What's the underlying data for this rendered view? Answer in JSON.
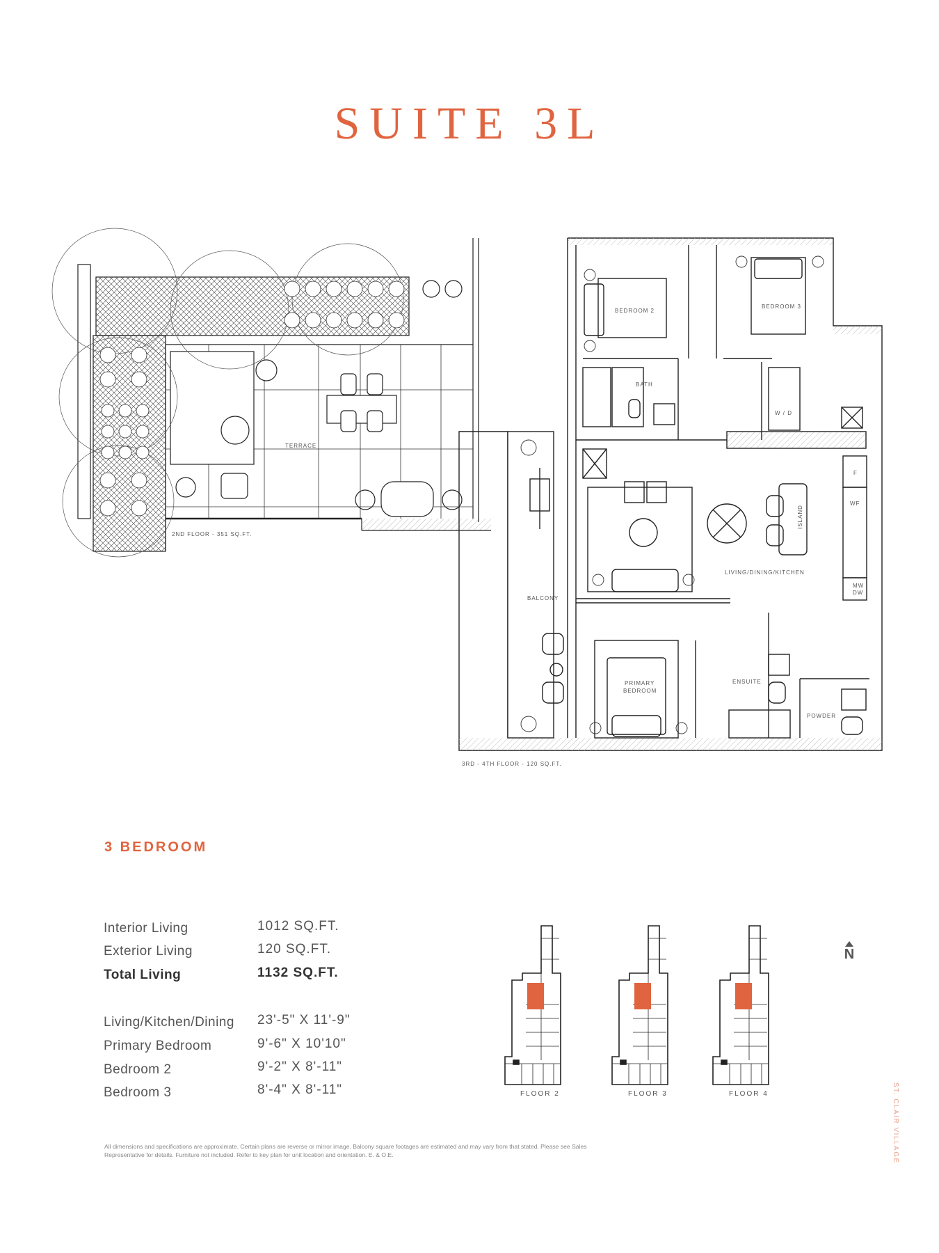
{
  "title": "SUITE 3L",
  "colors": {
    "accent": "#e0643f",
    "line": "#222222",
    "text": "#555555"
  },
  "floorplan": {
    "terrace_caption": "2ND FLOOR - 351 SQ.FT.",
    "unit_caption": "3RD - 4TH FLOOR - 120 SQ.FT.",
    "rooms": {
      "terrace": "TERRACE",
      "bedroom2": "BEDROOM 2",
      "bedroom3": "BEDROOM 3",
      "bath": "BATH",
      "wd": "W / D",
      "living": "LIVING/DINING/KITCHEN",
      "island": "ISLAND",
      "balcony": "BALCONY",
      "primary1": "PRIMARY",
      "primary2": "BEDROOM",
      "ensuite": "ENSUITE",
      "powder": "POWDER",
      "fridge": "F",
      "wf": "WF",
      "mw": "MW",
      "dw": "DW"
    }
  },
  "unit_type": "3 BEDROOM",
  "specs": {
    "areas": [
      {
        "label": "Interior Living",
        "value": "1012 SQ.FT."
      },
      {
        "label": "Exterior Living",
        "value": "120 SQ.FT."
      },
      {
        "label": "Total Living",
        "value": "1132 SQ.FT."
      }
    ],
    "rooms": [
      {
        "label": "Living/Kitchen/Dining",
        "value": "23'-5\" X 11'-9\""
      },
      {
        "label": "Primary Bedroom",
        "value": "9'-6\" X 10'10\""
      },
      {
        "label": "Bedroom 2",
        "value": "9'-2\" X 8'-11\""
      },
      {
        "label": "Bedroom 3",
        "value": "8'-4\" X 8'-11\""
      }
    ]
  },
  "key_plans": [
    {
      "label": "FLOOR 2"
    },
    {
      "label": "FLOOR 3"
    },
    {
      "label": "FLOOR 4"
    }
  ],
  "north": "N",
  "disclaimer": "All dimensions and specifications are approximate. Certain plans are reverse or mirror image. Balcony square footages are estimated and may vary from that stated. Please see Sales Representative for details. Furniture not included. Refer to key plan for unit location and orientation. E. & O.E.",
  "brand": "ST. CLAIR VILLAGE"
}
